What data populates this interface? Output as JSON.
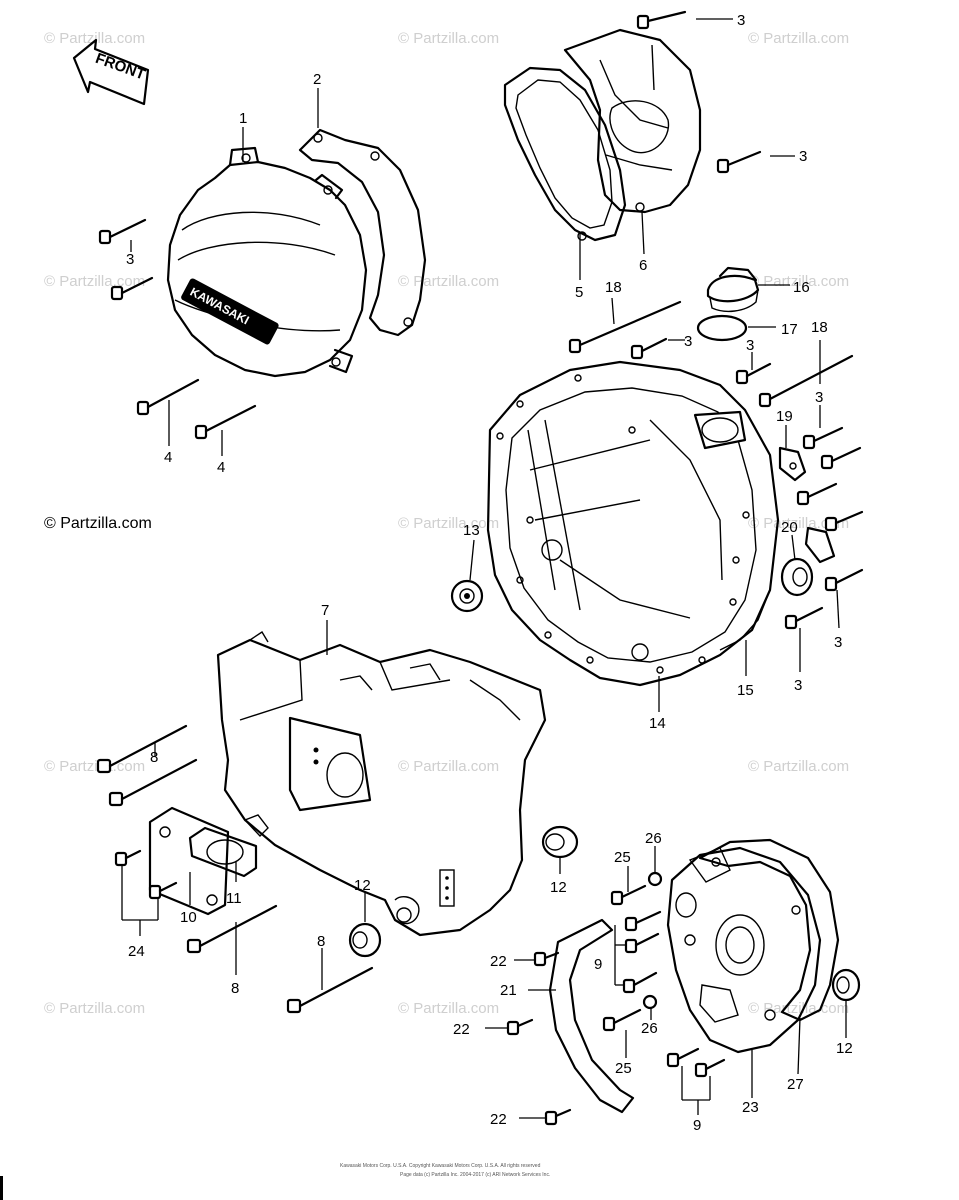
{
  "watermark": {
    "text": "© Partzilla.com",
    "main_text": "© Partzilla.com"
  },
  "front_badge": "FRONT",
  "logo_badge": "KAWASAKI",
  "labels": {
    "l1": "1",
    "l2": "2",
    "l3a": "3",
    "l3b": "3",
    "l3c": "3",
    "l3d": "3",
    "l3e": "3",
    "l3f": "3",
    "l3g": "3",
    "l3h": "3",
    "l4a": "4",
    "l4b": "4",
    "l5": "5",
    "l6": "6",
    "l7": "7",
    "l8a": "8",
    "l8b": "8",
    "l8c": "8",
    "l9a": "9",
    "l9b": "9",
    "l10": "10",
    "l11": "11",
    "l12a": "12",
    "l12b": "12",
    "l12c": "12",
    "l13": "13",
    "l14": "14",
    "l15": "15",
    "l16": "16",
    "l17": "17",
    "l18a": "18",
    "l18b": "18",
    "l19": "19",
    "l20": "20",
    "l21": "21",
    "l22a": "22",
    "l22b": "22",
    "l22c": "22",
    "l23": "23",
    "l24": "24",
    "l25a": "25",
    "l25b": "25",
    "l26a": "26",
    "l26b": "26",
    "l27": "27"
  },
  "footer": {
    "line1": "Kawasaki Motors Corp. U.S.A. Copyright Kawasaki Motors Corp. U.S.A. All rights reserved",
    "line2": "Page data (c) Partzilla Inc. 2004-2017 (c) ARI Network Services Inc."
  }
}
